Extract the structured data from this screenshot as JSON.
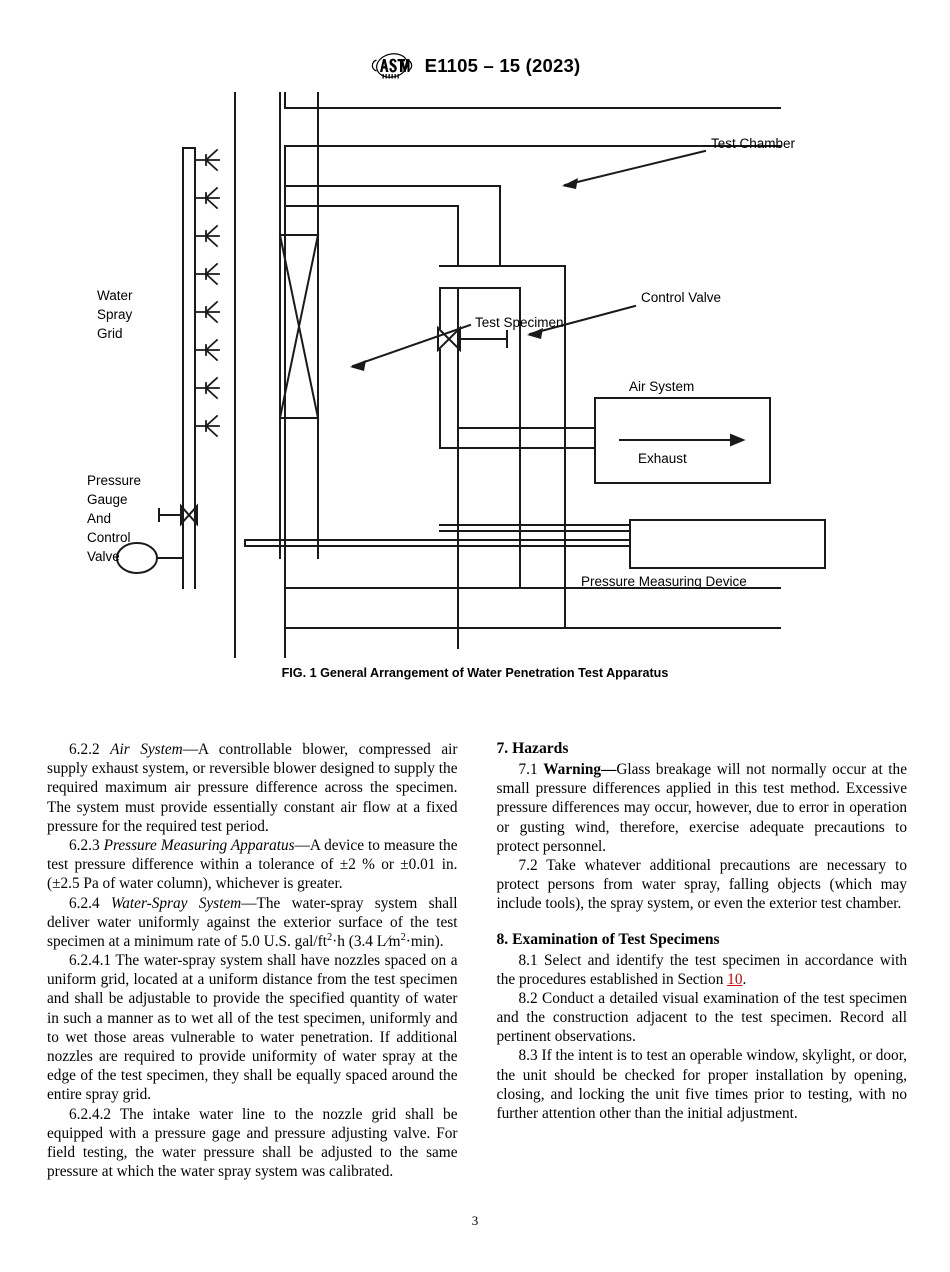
{
  "header": {
    "logo_alt": "astm-logo",
    "title": "E1105 – 15 (2023)"
  },
  "figure": {
    "caption": "FIG. 1 General Arrangement of Water Penetration Test Apparatus",
    "labels": {
      "water_spray_grid": [
        "Water",
        "Spray",
        "Grid"
      ],
      "pressure_gauge_and_control_valve": [
        "Pressure",
        "Gauge",
        "And",
        "Control",
        "Valve"
      ],
      "test_specimen": "Test Specimen",
      "test_chamber": "Test Chamber",
      "control_valve": "Control Valve",
      "air_system": "Air System",
      "exhaust": "Exhaust",
      "pressure_measuring_device": "Pressure Measuring Device"
    },
    "stroke_color": "#1a1a1a"
  },
  "left_column": {
    "paragraphs": [
      {
        "id": "6.2.2",
        "number": "6.2.2",
        "term": "Air System",
        "dash": "—",
        "text": "A controllable blower, compressed air supply exhaust system, or reversible blower designed to supply the required maximum air pressure difference across the specimen. The system must provide essentially constant air flow at a fixed pressure for the required test period."
      },
      {
        "id": "6.2.3",
        "number": "6.2.3",
        "term": "Pressure Measuring Apparatus",
        "dash": "—",
        "text": "A device to measure the test pressure difference within a tolerance of ±2 % or ±0.01 in. (±2.5 Pa of water column), whichever is greater."
      },
      {
        "id": "6.2.4",
        "number": "6.2.4",
        "term": "Water-Spray System",
        "dash": "—",
        "text_before_unit": "The water-spray system shall deliver water uniformly against the exterior surface of the test specimen at a minimum rate of 5.0 U.S. gal/ft",
        "sup1": "2",
        "text_mid": "·h (3.4 L⁄m",
        "sup2": "2",
        "text_after": "·min)."
      },
      {
        "id": "6.2.4.1",
        "number": "6.2.4.1",
        "text": "The water-spray system shall have nozzles spaced on a uniform grid, located at a uniform distance from the test specimen and shall be adjustable to provide the specified quantity of water in such a manner as to wet all of the test specimen, uniformly and to wet those areas vulnerable to water penetration. If additional nozzles are required to provide uniformity of water spray at the edge of the test specimen, they shall be equally spaced around the entire spray grid."
      },
      {
        "id": "6.2.4.2",
        "number": "6.2.4.2",
        "text": "The intake water line to the nozzle grid shall be equipped with a pressure gage and pressure adjusting valve. For field testing, the water pressure shall be adjusted to the same pressure at which the water spray system was calibrated."
      }
    ]
  },
  "right_column": {
    "section_7": {
      "heading": "7.  Hazards",
      "paragraphs": [
        {
          "id": "7.1",
          "number": "7.1",
          "bold_lead": "Warning—",
          "text": "Glass breakage will not normally occur at the small pressure differences applied in this test method. Excessive pressure differences may occur, however, due to error in operation or gusting wind, therefore, exercise adequate precautions to protect personnel."
        },
        {
          "id": "7.2",
          "number": "7.2",
          "text": "Take whatever additional precautions are necessary to protect persons from water spray, falling objects (which may include tools), the spray system, or even the exterior test chamber."
        }
      ]
    },
    "section_8": {
      "heading": "8.  Examination of Test Specimens",
      "paragraphs": [
        {
          "id": "8.1",
          "number": "8.1",
          "text_before_xref": "Select and identify the test specimen in accordance with the procedures established in Section ",
          "xref": "10",
          "text_after_xref": "."
        },
        {
          "id": "8.2",
          "number": "8.2",
          "text": "Conduct a detailed visual examination of the test specimen and the construction adjacent to the test specimen. Record all pertinent observations."
        },
        {
          "id": "8.3",
          "number": "8.3",
          "text": "If the intent is to test an operable window, skylight, or door, the unit should be checked for proper installation by opening, closing, and locking the unit five times prior to testing, with no further attention other than the initial adjustment."
        }
      ]
    }
  },
  "footer": {
    "page_number": "3"
  }
}
